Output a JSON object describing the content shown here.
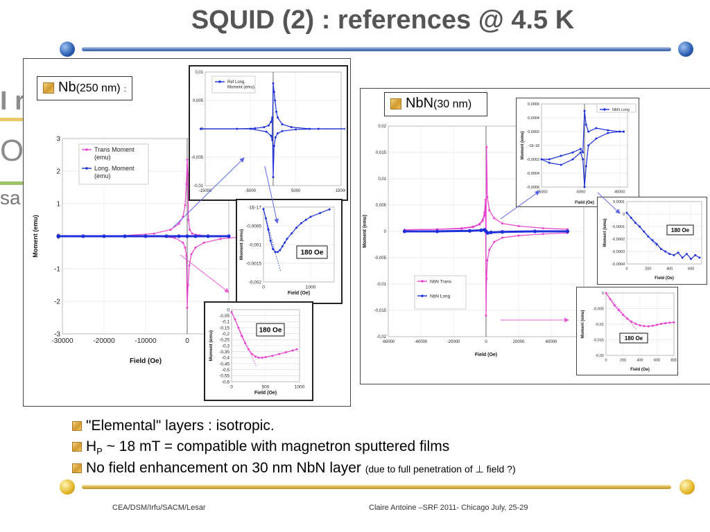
{
  "slide": {
    "title": "SQUID (2) : references @ 4.5 K",
    "nb_label": "Nb",
    "nb_thickness": "(250 nm)",
    "nb_colon": ":",
    "nbn_label": "NbN",
    "nbn_thickness": "(30 nm)",
    "bullets": [
      "\"Elemental\" layers : isotropic.",
      "No field enhancement on 30 nm NbN layer"
    ],
    "bullet2": {
      "h": "H",
      "sub": "P",
      "rest": " ~ 18 mT = compatible with magnetron sputtered films"
    },
    "bullet3_note": "(due to full penetration of ⊥ field ?)",
    "footer_left": "CEA/DSM/Irfu/SACM/Lesar",
    "footer_right": "Claire Antoine –SRF 2011- Chicago July, 25-29",
    "background_fragments": [
      "I r",
      "O",
      "sa"
    ]
  },
  "colors": {
    "magenta": "#e83fcc",
    "blue": "#1c2fd8",
    "title": "#555555"
  },
  "chart_data": [
    {
      "id": "nb_main",
      "type": "line",
      "xlabel": "Field (Oe)",
      "ylabel": "Moment (emu)",
      "xlim": [
        -30000,
        10000
      ],
      "ylim": [
        -3,
        3
      ],
      "xticks": [
        "-30000",
        "-20000",
        "-10000",
        "0",
        "10000"
      ],
      "yticks": [
        "3",
        "2",
        "1",
        "0",
        "-1",
        "-2",
        "-3"
      ],
      "series": [
        {
          "name": "Trans Moment\n(emu)",
          "color": "#e83fcc",
          "branch_a": {
            "x": [
              -31000,
              -15000,
              -8000,
              -4000,
              -2000,
              -1000,
              -500,
              -200,
              0,
              180,
              300,
              600,
              1200,
              3000,
              8000
            ],
            "y": [
              0,
              0.02,
              0.08,
              0.2,
              0.38,
              0.6,
              0.95,
              1.6,
              2.35,
              1.9,
              0.5,
              0.2,
              0.08,
              0.03,
              0
            ]
          },
          "branch_b": {
            "x": [
              -8000,
              -3000,
              -1000,
              -500,
              -180,
              0,
              200,
              500,
              1000,
              2000,
              4000,
              8000,
              15000
            ],
            "y": [
              0,
              -0.05,
              -0.2,
              -0.35,
              -0.6,
              -2.2,
              -1.5,
              -0.9,
              -0.55,
              -0.35,
              -0.2,
              -0.08,
              0
            ]
          }
        },
        {
          "name": "Long. Moment\n(emu)",
          "color": "#1c2fd8",
          "x": [
            -31000,
            -25000,
            -20000,
            -15000,
            -10000,
            -5000,
            -2000,
            0,
            2000,
            5000,
            10000
          ],
          "y": [
            0,
            0,
            0,
            0,
            0,
            0,
            0,
            0,
            0,
            0,
            0
          ]
        }
      ]
    },
    {
      "id": "nb_long_inset",
      "type": "line",
      "xlim": [
        -15000,
        15000
      ],
      "ylim": [
        -0.01,
        0.01
      ],
      "xticks": [
        "-15000",
        "-5000",
        "5000",
        "15000"
      ],
      "yticks": [
        "0,01",
        "0,005",
        "0",
        "-0,005",
        "-0,01"
      ],
      "series": [
        {
          "name": "Ref Long.\nMoment (emu)",
          "color": "#1c2fd8",
          "branch_a": {
            "x": [
              -16000,
              -8000,
              -4000,
              -2000,
              -1000,
              -500,
              -200,
              0,
              200,
              500,
              1000,
              2000,
              5000,
              10000,
              16000
            ],
            "y": [
              0,
              0,
              0.0001,
              0.0003,
              0.0006,
              0.0012,
              0.002,
              -0.0085,
              -0.003,
              -0.0015,
              -0.0008,
              -0.0004,
              -0.0001,
              0,
              0
            ]
          },
          "branch_b": {
            "x": [
              -16000,
              -5000,
              -1500,
              -500,
              -200,
              0,
              200,
              400,
              700,
              1000,
              2000,
              4000,
              8000,
              16000
            ],
            "y": [
              0,
              0,
              -0.0005,
              -0.0012,
              -0.002,
              0.008,
              0.0065,
              0.005,
              0.003,
              0.002,
              0.0008,
              0.0003,
              0,
              0
            ]
          }
        }
      ]
    },
    {
      "id": "nb_long_zoom",
      "type": "line",
      "xlabel": "Field (Oe)",
      "ylabel": "Moment (emu)",
      "xlim": [
        0,
        1500
      ],
      "ylim": [
        -0.002,
        0
      ],
      "xticks": [
        "0",
        "1000"
      ],
      "yticks": [
        "-1E-17",
        "-0,0005",
        "-0,001",
        "-0,0015",
        "-0,002"
      ],
      "annotation": "180 Oe",
      "series": [
        {
          "color": "#1c2fd8",
          "x": [
            0,
            50,
            100,
            150,
            200,
            250,
            300,
            350,
            400,
            450,
            500,
            600,
            700,
            800,
            900,
            1000,
            1200,
            1400
          ],
          "y": [
            -5e-05,
            -0.0003,
            -0.0006,
            -0.0009,
            -0.00112,
            -0.0012,
            -0.0012,
            -0.00115,
            -0.00105,
            -0.00095,
            -0.00085,
            -0.0007,
            -0.00055,
            -0.00043,
            -0.00034,
            -0.00026,
            -0.00016,
            -6e-05
          ]
        }
      ]
    },
    {
      "id": "nb_trans_zoom",
      "type": "line",
      "xlabel": "Field (Oe)",
      "ylabel": "Moment (emu)",
      "xlim": [
        0,
        1000
      ],
      "ylim": [
        -0.6,
        0
      ],
      "xticks": [
        "0",
        "500",
        "1000"
      ],
      "yticks": [
        "0",
        "-0,05",
        "-0,1",
        "-0,15",
        "-0,2",
        "-0,25",
        "-0,3",
        "-0,35",
        "-0,4",
        "-0,45",
        "-0,5",
        "-0,55",
        "-0,6"
      ],
      "annotation": "180 Oe",
      "series": [
        {
          "color": "#e83fcc",
          "x": [
            0,
            50,
            100,
            150,
            200,
            250,
            300,
            350,
            400,
            450,
            500,
            600,
            700,
            800,
            900,
            960
          ],
          "y": [
            -0.02,
            -0.08,
            -0.15,
            -0.22,
            -0.28,
            -0.33,
            -0.37,
            -0.39,
            -0.4,
            -0.4,
            -0.395,
            -0.385,
            -0.37,
            -0.355,
            -0.34,
            -0.33
          ]
        }
      ]
    },
    {
      "id": "nbn_main",
      "type": "line",
      "xlabel": "Field (Oe)",
      "ylabel": "Moment (emu)",
      "xlim": [
        -60000,
        60000
      ],
      "ylim": [
        -0.02,
        0.02
      ],
      "xticks": [
        "-60000",
        "-40000",
        "-20000",
        "0",
        "20000",
        "40000",
        "60000"
      ],
      "yticks": [
        "0,02",
        "0,015",
        "0,01",
        "0,005",
        "0",
        "-0,005",
        "-0,01",
        "-0,015",
        "-0,02"
      ],
      "series": [
        {
          "name": "NbN Trans",
          "color": "#e83fcc",
          "branch_a": {
            "x": [
              -50000,
              -30000,
              -15000,
              -8000,
              -4000,
              -2000,
              -1000,
              -300,
              0,
              300,
              800,
              2000,
              5000,
              10000,
              20000,
              35000,
              50000
            ],
            "y": [
              0.0003,
              0.0004,
              0.0006,
              0.0009,
              0.0014,
              0.0022,
              0.0035,
              0.006,
              -0.016,
              -0.009,
              -0.0055,
              -0.0035,
              -0.002,
              -0.0012,
              -0.0008,
              -0.0005,
              -0.0003
            ]
          },
          "branch_b": {
            "x": [
              -50000,
              -30000,
              -15000,
              -8000,
              -4000,
              -2000,
              -1000,
              -300,
              0,
              300,
              800,
              2000,
              5000,
              10000,
              20000,
              35000,
              50000
            ],
            "y": [
              0.0003,
              0.0004,
              0.0005,
              0.0008,
              0.0013,
              0.002,
              0.003,
              0.0045,
              0.0,
              0.016,
              0.0065,
              0.004,
              0.0025,
              0.0015,
              0.001,
              0.0006,
              0.0004
            ]
          }
        },
        {
          "name": "NbN Long",
          "color": "#1c2fd8",
          "x": [
            -50000,
            -30000,
            -10000,
            -3000,
            -1000,
            0,
            1000,
            3000,
            10000,
            30000,
            50000
          ],
          "y": [
            0,
            0,
            0.0001,
            0.0002,
            0.0003,
            0,
            -0.0003,
            -0.0002,
            -0.0001,
            0,
            0
          ]
        }
      ]
    },
    {
      "id": "nbn_long_inset",
      "type": "line",
      "xlabel": "Field (Oe)",
      "ylabel": "Moment (emu)",
      "xlim": [
        -55000,
        55000
      ],
      "ylim": [
        -0.0006,
        0.0006
      ],
      "xticks": [
        "-55000",
        "-5000",
        "45000"
      ],
      "yticks": [
        "0,0006",
        "0,0004",
        "0,0002",
        "-1E-18",
        "-0,0002",
        "-0,0004",
        "-0,0006"
      ],
      "series": [
        {
          "name": "NbN Long",
          "color": "#1c2fd8",
          "branch_a": {
            "x": [
              -55000,
              -45000,
              -30000,
              -15000,
              -5000,
              -2000,
              0,
              2000,
              5000,
              15000,
              30000,
              45000,
              50000
            ],
            "y": [
              -0.0002,
              -0.0002,
              -0.00015,
              -0.0001,
              -5e-05,
              -0.0001,
              0.0005,
              0.0003,
              0.0002,
              0.00025,
              0.00022,
              0.0002,
              0.0002
            ]
          },
          "branch_b": {
            "x": [
              -55000,
              -45000,
              -30000,
              -15000,
              -5000,
              -2000,
              0,
              2000,
              5000,
              15000,
              30000,
              45000,
              50000
            ],
            "y": [
              -0.0002,
              -0.00025,
              -0.00028,
              -0.0002,
              -0.0001,
              -0.0002,
              -0.0006,
              -0.0003,
              0,
              0.0001,
              0.00018,
              0.0002,
              0.0002
            ]
          }
        }
      ]
    },
    {
      "id": "nbn_long_zoom",
      "type": "line",
      "xlabel": "Field (Oe)",
      "ylabel": "Moment (emu)",
      "xlim": [
        0,
        700
      ],
      "ylim": [
        -0.0004,
        0.0001
      ],
      "xticks": [
        "0",
        "200",
        "400",
        "600"
      ],
      "yticks": [
        "0,0001",
        "0",
        "-0,0001",
        "-0,0002",
        "-0,0003",
        "-0,0004"
      ],
      "annotation": "180 Oe",
      "series": [
        {
          "color": "#1c2fd8",
          "x": [
            0,
            40,
            80,
            120,
            160,
            200,
            240,
            280,
            320,
            360,
            400,
            440,
            480,
            520,
            560,
            600,
            640,
            680
          ],
          "y": [
            1e-05,
            -3e-05,
            -7e-05,
            -0.0001,
            -0.00014,
            -0.00018,
            -0.00021,
            -0.00024,
            -0.00028,
            -0.0003,
            -0.00032,
            -0.00033,
            -0.00031,
            -0.00035,
            -0.00032,
            -0.00036,
            -0.00033,
            -0.00035
          ]
        }
      ]
    },
    {
      "id": "nbn_trans_zoom",
      "type": "line",
      "xlabel": "Field (Oe)",
      "ylabel": "Moment (emu)",
      "xlim": [
        0,
        800
      ],
      "ylim": [
        -0.02,
        0
      ],
      "xticks": [
        "0",
        "200",
        "400",
        "600",
        "800"
      ],
      "yticks": [
        "0",
        "-0,005",
        "-0,01",
        "-0,015",
        "-0,02"
      ],
      "annotation": "180 Oe",
      "series": [
        {
          "color": "#e83fcc",
          "x": [
            0,
            50,
            100,
            150,
            200,
            250,
            300,
            350,
            400,
            450,
            500,
            550,
            600,
            650,
            700,
            750,
            800
          ],
          "y": [
            0,
            -0.002,
            -0.004,
            -0.0055,
            -0.007,
            -0.0082,
            -0.0092,
            -0.0099,
            -0.0104,
            -0.0106,
            -0.0107,
            -0.0105,
            -0.0102,
            -0.0099,
            -0.0097,
            -0.0095,
            -0.0094
          ]
        }
      ]
    }
  ]
}
